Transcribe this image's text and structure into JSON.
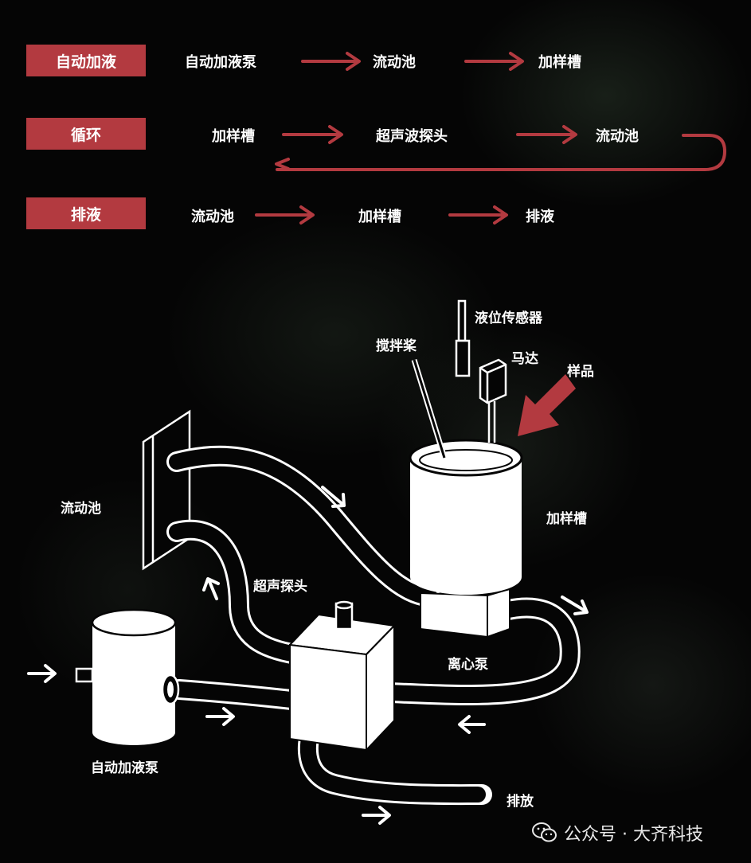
{
  "process": {
    "rows": [
      {
        "tag": "自动加液",
        "steps": [
          "自动加液泵",
          "流动池",
          "加样槽"
        ]
      },
      {
        "tag": "循环",
        "steps": [
          "加样槽",
          "超声波探头",
          "流动池"
        ]
      },
      {
        "tag": "排液",
        "steps": [
          "流动池",
          "加样槽",
          "排液"
        ]
      }
    ]
  },
  "diagram": {
    "labels": {
      "level_sensor": "液位传感器",
      "stirrer": "搅拌桨",
      "motor": "马达",
      "sample": "样品",
      "flow_cell": "流动池",
      "sample_tank": "加样槽",
      "ultrasonic_probe": "超声探头",
      "centrifugal_pump": "离心泵",
      "auto_pump": "自动加液泵",
      "drain": "排放"
    }
  },
  "watermark": {
    "text": "公众号 · 大齐科技"
  },
  "colors": {
    "accent": "#b33a40",
    "background": "#050505",
    "line": "#ffffff"
  }
}
